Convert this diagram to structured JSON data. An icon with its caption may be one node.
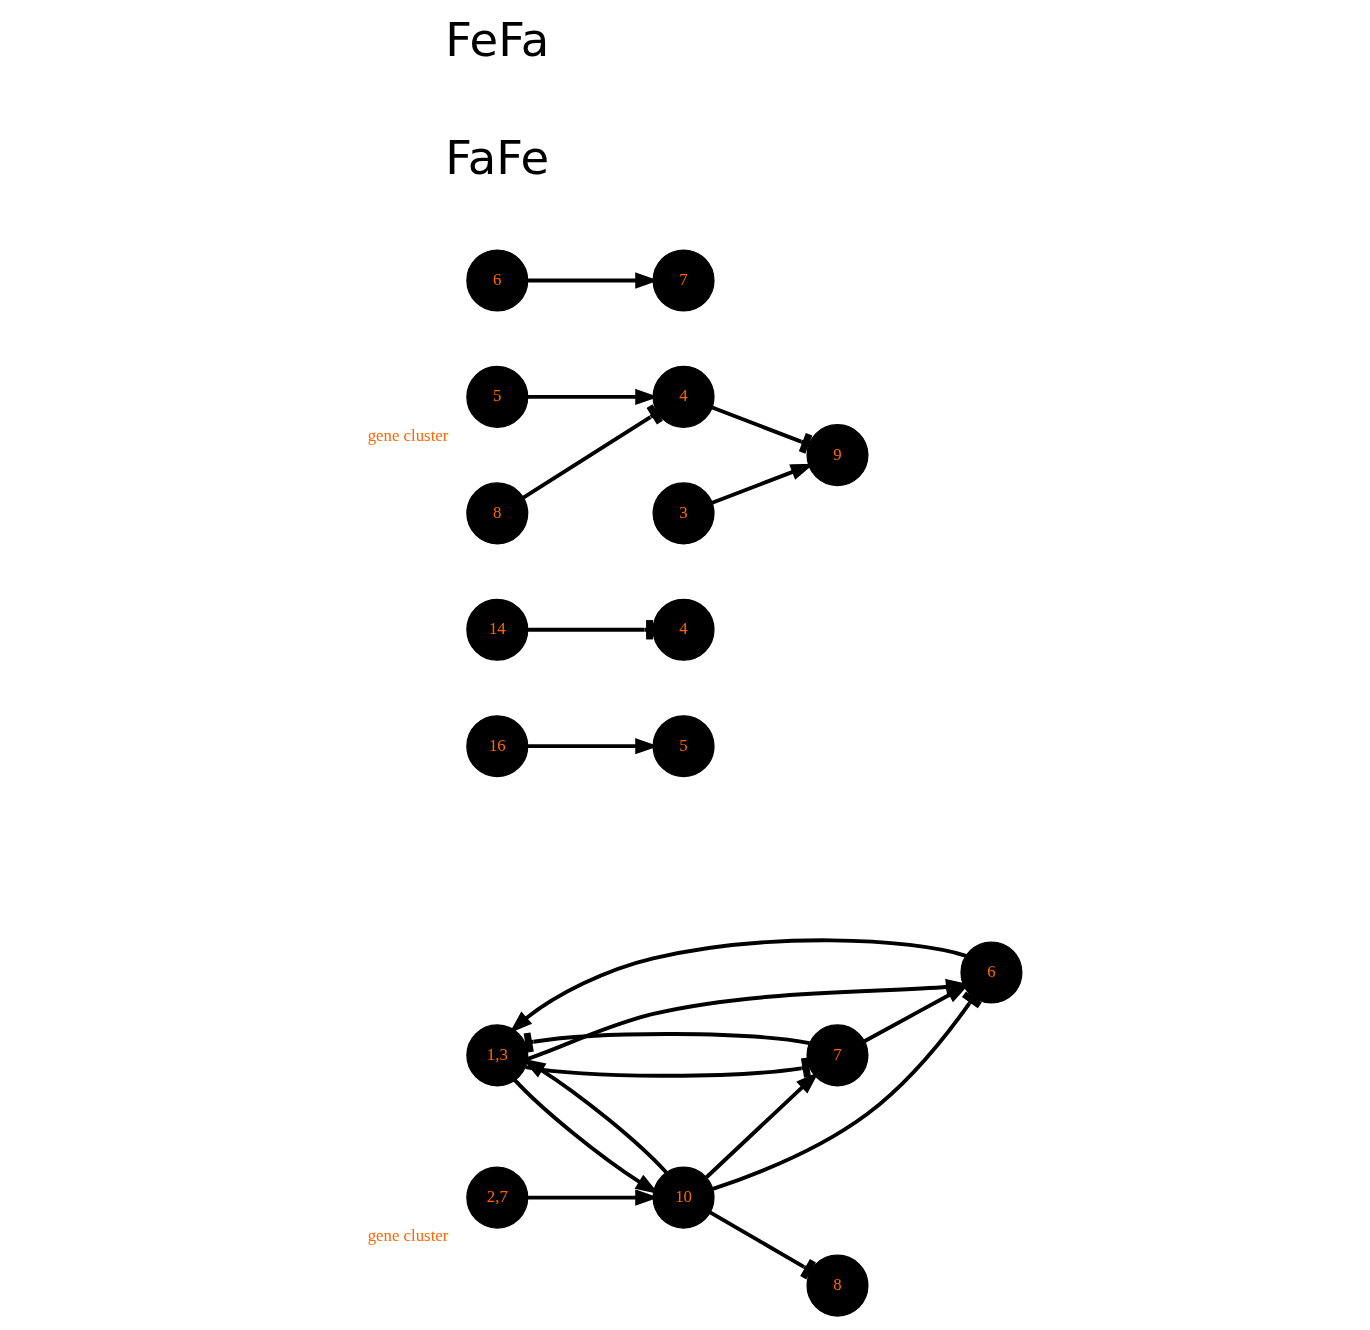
{
  "diagram": {
    "nodes": [
      {
        "text": [
          "1,3"
        ]
      },
      {
        "text": [
          "6"
        ]
      },
      {
        "text": [
          "16"
        ]
      },
      {
        "text": [
          "5"
        ]
      },
      {
        "text": [
          "2,7"
        ],
        "beside": [
          "gene cluster"
        ]
      },
      {
        "text": [
          "10"
        ]
      },
      {
        "text": [
          "7"
        ]
      },
      {
        "text": [
          "14"
        ]
      },
      {
        "text": [
          "4"
        ]
      },
      {
        "text": [
          "8"
        ]
      },
      {
        "text": [
          "5"
        ],
        "beside": [
          "gene cluster"
        ]
      },
      {
        "text": [
          "4"
        ]
      },
      {
        "text": [
          "8"
        ]
      },
      {
        "text": [
          "6"
        ]
      },
      {
        "text": [
          "7"
        ]
      },
      {
        "text": [
          "9"
        ]
      },
      {
        "text": [
          "3"
        ]
      }
    ],
    "edges": [
      {
        "from": 1,
        "to": 0,
        "arrow": "to"
      },
      {
        "from": 0,
        "to": 1,
        "arrow": "to"
      },
      {
        "from": 0,
        "to": 5,
        "arrow": "to"
      },
      {
        "from": 5,
        "to": 0,
        "arrow": "to"
      },
      {
        "from": 6,
        "to": 0,
        "arrow": "other"
      },
      {
        "from": 0,
        "to": 6,
        "arrow": "other"
      },
      {
        "from": 5,
        "to": 1,
        "arrow": "other"
      },
      {
        "from": 6,
        "to": 1,
        "arrow": "to"
      },
      {
        "from": 2,
        "to": 3,
        "arrow": "to"
      },
      {
        "from": 4,
        "to": 5,
        "arrow": "to"
      },
      {
        "from": 5,
        "to": 6,
        "arrow": "to"
      },
      {
        "from": 7,
        "to": 8,
        "arrow": "other"
      },
      {
        "from": 5,
        "to": 9,
        "arrow": "other"
      },
      {
        "from": 10,
        "to": 11,
        "arrow": "to"
      },
      {
        "from": 12,
        "to": 11,
        "arrow": "other"
      },
      {
        "from": 13,
        "to": 14,
        "arrow": "to"
      },
      {
        "from": 11,
        "to": 15,
        "arrow": "other"
      },
      {
        "from": 16,
        "to": 15,
        "arrow": "to"
      }
    ],
    "labels": [
      "FaFe",
      "FeFa"
    ]
  }
}
